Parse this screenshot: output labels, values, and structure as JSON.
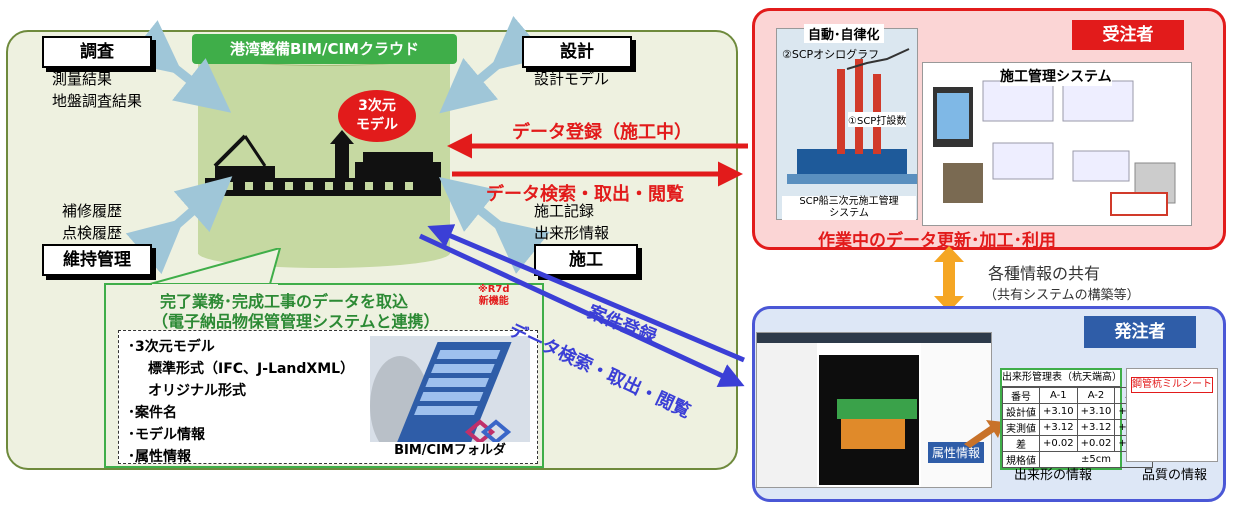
{
  "cloud": {
    "title": "港湾整備BIM/CIMクラウド",
    "model_badge": [
      "3次元",
      "モデル"
    ]
  },
  "stages": {
    "survey": {
      "label": "調査",
      "items": [
        "測量結果",
        "地盤調査結果"
      ]
    },
    "design": {
      "label": "設計",
      "items": [
        "設計モデル"
      ]
    },
    "maintenance": {
      "label": "維持管理",
      "items": [
        "補修履歴",
        "点検履歴"
      ]
    },
    "construction": {
      "label": "施工",
      "items": [
        "施工記録",
        "出来形情報"
      ]
    }
  },
  "import_box": {
    "title": "完了業務･完成工事のデータを取込",
    "subtitle": "（電子納品物保管管理システムと連携）",
    "note": [
      "※R7d",
      "新機能"
    ],
    "items": [
      "･3次元モデル",
      "標準形式（IFC、J-LandXML）",
      "オリジナル形式",
      "･案件名",
      "･モデル情報",
      "･属性情報"
    ],
    "folder_label": "BIM/CIMフォルダ"
  },
  "arrows": {
    "register_during": "データ登録（施工中）",
    "search_right": "データ検索・取出・閲覧",
    "case_register": "案件登録",
    "search_diag": "データ検索・取出・閲覧"
  },
  "contractor": {
    "badge": "受注者",
    "auto_title": "自動･自律化",
    "photo_captions": [
      "②SCPオシログラフ",
      "①SCP打設数",
      "SCP船三次元施工管理",
      "システム"
    ],
    "system_title": "施工管理システム",
    "footer": "作業中のデータ更新･加工･利用"
  },
  "share": {
    "line1": "各種情報の共有",
    "line2": "（共有システムの構築等）"
  },
  "client": {
    "badge": "発注者",
    "attr_label": "属性情報",
    "table_title": "出来形管理表（杭天端高）",
    "table_header": [
      "番号",
      "A-1",
      "A-2",
      "A-3"
    ],
    "table_rows": [
      [
        "設計値",
        "+3.10",
        "+3.10",
        "+3.10"
      ],
      [
        "実測値",
        "+3.12",
        "+3.12",
        "+3.13"
      ],
      [
        "差",
        "+0.02",
        "+0.02",
        "+0.03"
      ]
    ],
    "spec_label": "規格値",
    "spec_value": "±5cm",
    "quality_doc": "鋼管杭ミルシート",
    "caption_shape": "出来形の情報",
    "caption_quality": "品質の情報"
  },
  "colors": {
    "red": "#e21b1b",
    "blue": "#3b3fd6",
    "green": "#3fae49",
    "orange": "#f5a623"
  }
}
